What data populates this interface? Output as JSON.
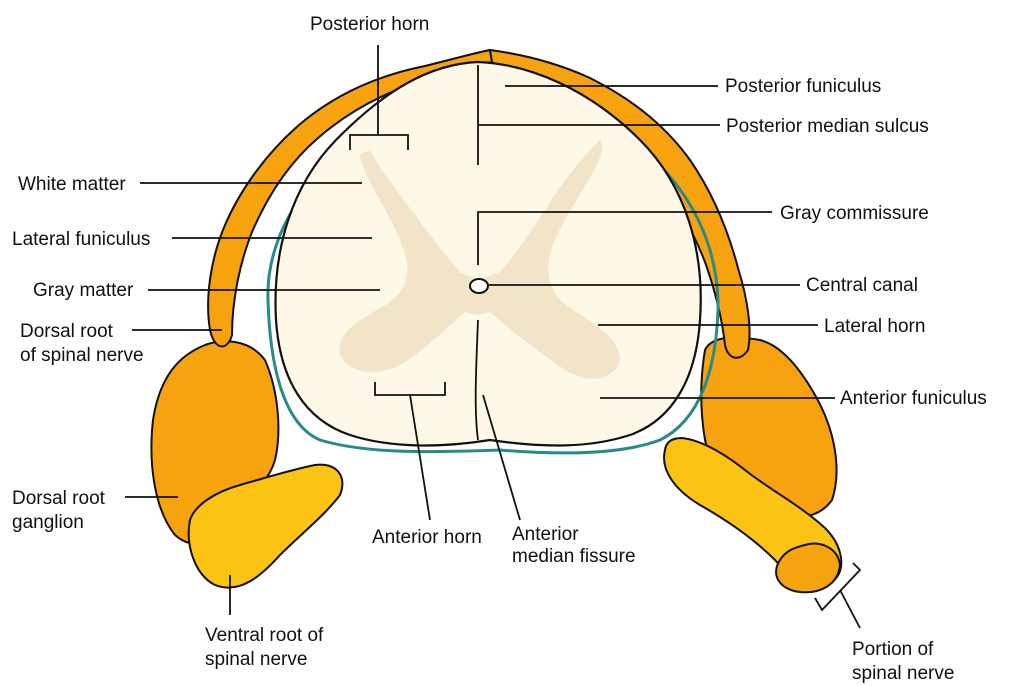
{
  "labels": {
    "posterior_horn": "Posterior horn",
    "posterior_funiculus": "Posterior funiculus",
    "posterior_median_sulcus": "Posterior median sulcus",
    "white_matter": "White matter",
    "gray_commissure": "Gray commissure",
    "lateral_funiculus": "Lateral funiculus",
    "gray_matter": "Gray matter",
    "central_canal": "Central canal",
    "dorsal_root_line1": "Dorsal root",
    "dorsal_root_line2": "of spinal nerve",
    "lateral_horn": "Lateral horn",
    "anterior_funiculus": "Anterior funiculus",
    "dorsal_root_ganglion_line1": "Dorsal root",
    "dorsal_root_ganglion_line2": "ganglion",
    "anterior_horn": "Anterior horn",
    "anterior_median_fissure_line1": "Anterior",
    "anterior_median_fissure_line2": "median fissure",
    "ventral_root_line1": "Ventral root of",
    "ventral_root_line2": "spinal nerve",
    "portion_spinal_nerve_line1": "Portion of",
    "portion_spinal_nerve_line2": "spinal nerve"
  },
  "colors": {
    "white_matter": "#fdf8e8",
    "gray_matter": "#f3e3c8",
    "dorsal_root": "#f7a20f",
    "ventral_root": "#fbc314",
    "membrane": "#2a8a8a",
    "outline": "#111111"
  }
}
